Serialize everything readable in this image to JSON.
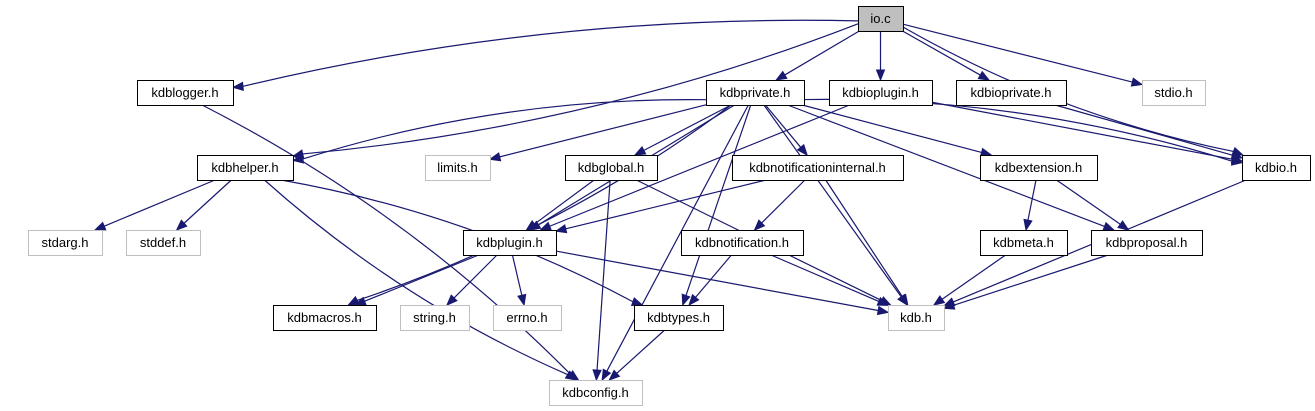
{
  "diagram": {
    "type": "include-dependency-graph",
    "root": "io.c",
    "colors": {
      "edge": "#191970",
      "root_fill": "#bfbfbf",
      "found_border": "#000000",
      "missing_border": "#bfbfbf"
    },
    "nodes": [
      {
        "id": "io_c",
        "label": "io.c",
        "kind": "root"
      },
      {
        "id": "kdblogger_h",
        "label": "kdblogger.h",
        "kind": "found"
      },
      {
        "id": "kdbprivate_h",
        "label": "kdbprivate.h",
        "kind": "found"
      },
      {
        "id": "kdbioplugin_h",
        "label": "kdbioplugin.h",
        "kind": "found"
      },
      {
        "id": "kdbioprivate_h",
        "label": "kdbioprivate.h",
        "kind": "found"
      },
      {
        "id": "stdio_h",
        "label": "stdio.h",
        "kind": "missing"
      },
      {
        "id": "kdbhelper_h",
        "label": "kdbhelper.h",
        "kind": "found"
      },
      {
        "id": "limits_h",
        "label": "limits.h",
        "kind": "missing"
      },
      {
        "id": "kdbglobal_h",
        "label": "kdbglobal.h",
        "kind": "found"
      },
      {
        "id": "kdbnotificationinternal_h",
        "label": "kdbnotificationinternal.h",
        "kind": "found"
      },
      {
        "id": "kdbextension_h",
        "label": "kdbextension.h",
        "kind": "found"
      },
      {
        "id": "kdbio_h",
        "label": "kdbio.h",
        "kind": "found"
      },
      {
        "id": "stdarg_h",
        "label": "stdarg.h",
        "kind": "missing"
      },
      {
        "id": "stddef_h",
        "label": "stddef.h",
        "kind": "missing"
      },
      {
        "id": "kdbplugin_h",
        "label": "kdbplugin.h",
        "kind": "found"
      },
      {
        "id": "kdbnotification_h",
        "label": "kdbnotification.h",
        "kind": "found"
      },
      {
        "id": "kdbmeta_h",
        "label": "kdbmeta.h",
        "kind": "found"
      },
      {
        "id": "kdbproposal_h",
        "label": "kdbproposal.h",
        "kind": "found"
      },
      {
        "id": "kdbmacros_h",
        "label": "kdbmacros.h",
        "kind": "found"
      },
      {
        "id": "string_h",
        "label": "string.h",
        "kind": "missing"
      },
      {
        "id": "errno_h",
        "label": "errno.h",
        "kind": "missing"
      },
      {
        "id": "kdbtypes_h",
        "label": "kdbtypes.h",
        "kind": "found"
      },
      {
        "id": "kdb_h",
        "label": "kdb.h",
        "kind": "missing"
      },
      {
        "id": "kdbconfig_h",
        "label": "kdbconfig.h",
        "kind": "missing"
      }
    ],
    "edges": [
      [
        "io_c",
        "kdblogger_h"
      ],
      [
        "io_c",
        "kdbprivate_h"
      ],
      [
        "io_c",
        "kdbioplugin_h"
      ],
      [
        "io_c",
        "kdbioprivate_h"
      ],
      [
        "io_c",
        "stdio_h"
      ],
      [
        "io_c",
        "kdbhelper_h"
      ],
      [
        "io_c",
        "kdbio_h"
      ],
      [
        "kdblogger_h",
        "kdbconfig_h"
      ],
      [
        "kdbprivate_h",
        "kdbhelper_h"
      ],
      [
        "kdbprivate_h",
        "limits_h"
      ],
      [
        "kdbprivate_h",
        "kdbglobal_h"
      ],
      [
        "kdbprivate_h",
        "kdbnotificationinternal_h"
      ],
      [
        "kdbprivate_h",
        "kdbextension_h"
      ],
      [
        "kdbprivate_h",
        "kdbio_h"
      ],
      [
        "kdbprivate_h",
        "kdbplugin_h"
      ],
      [
        "kdbprivate_h",
        "kdbmacros_h"
      ],
      [
        "kdbprivate_h",
        "kdbtypes_h"
      ],
      [
        "kdbprivate_h",
        "kdb_h"
      ],
      [
        "kdbprivate_h",
        "kdbproposal_h"
      ],
      [
        "kdbprivate_h",
        "kdbconfig_h"
      ],
      [
        "kdbioplugin_h",
        "kdbplugin_h"
      ],
      [
        "kdbioplugin_h",
        "kdbio_h"
      ],
      [
        "kdbioprivate_h",
        "kdbio_h"
      ],
      [
        "kdbhelper_h",
        "stdarg_h"
      ],
      [
        "kdbhelper_h",
        "stddef_h"
      ],
      [
        "kdbhelper_h",
        "kdbtypes_h"
      ],
      [
        "kdbhelper_h",
        "kdbconfig_h"
      ],
      [
        "kdbglobal_h",
        "kdbplugin_h"
      ],
      [
        "kdbglobal_h",
        "kdb_h"
      ],
      [
        "kdbglobal_h",
        "kdbconfig_h"
      ],
      [
        "kdbnotificationinternal_h",
        "kdbplugin_h"
      ],
      [
        "kdbnotificationinternal_h",
        "kdbnotification_h"
      ],
      [
        "kdbnotificationinternal_h",
        "kdb_h"
      ],
      [
        "kdbextension_h",
        "kdbmeta_h"
      ],
      [
        "kdbextension_h",
        "kdbproposal_h"
      ],
      [
        "kdbio_h",
        "kdb_h"
      ],
      [
        "kdbplugin_h",
        "kdbmacros_h"
      ],
      [
        "kdbplugin_h",
        "string_h"
      ],
      [
        "kdbplugin_h",
        "errno_h"
      ],
      [
        "kdbplugin_h",
        "kdb_h"
      ],
      [
        "kdbnotification_h",
        "kdbtypes_h"
      ],
      [
        "kdbnotification_h",
        "kdb_h"
      ],
      [
        "kdbmeta_h",
        "kdb_h"
      ],
      [
        "kdbproposal_h",
        "kdb_h"
      ],
      [
        "kdbtypes_h",
        "kdbconfig_h"
      ]
    ]
  }
}
